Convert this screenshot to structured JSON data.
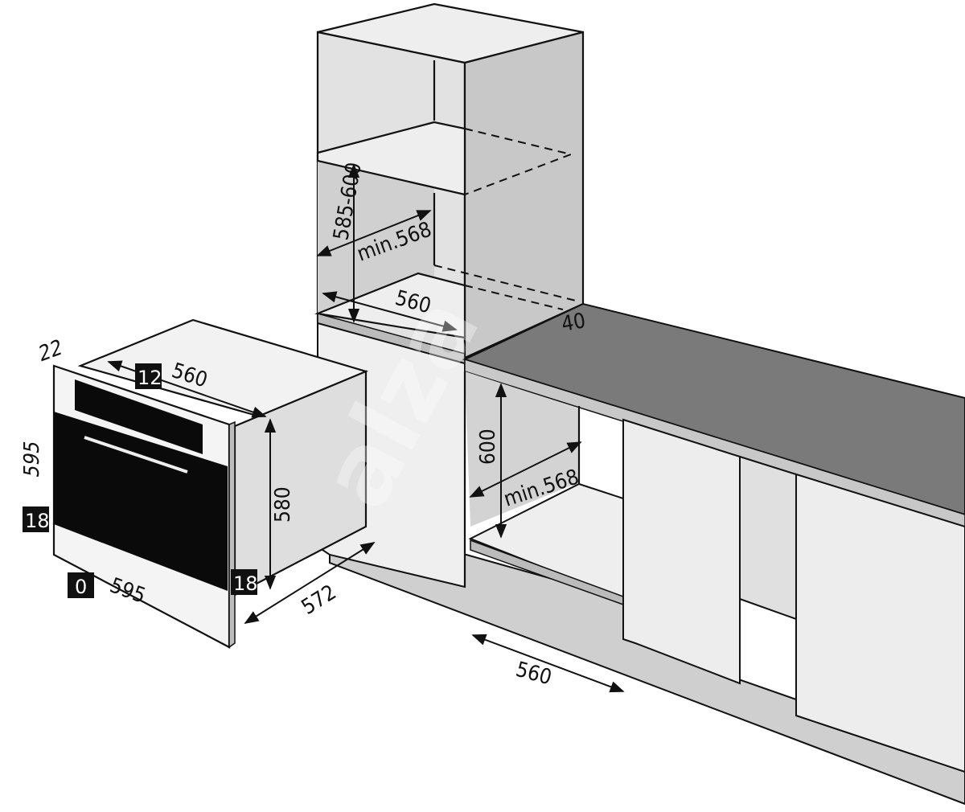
{
  "watermark": "alza",
  "colors": {
    "countertop": "#7a7a7a",
    "panel_light": "#eeeeee",
    "panel_mid": "#d6d6d6",
    "panel_dark": "#b9b9b9",
    "oven_glass": "#0a0a0a",
    "label_box": "#111111"
  },
  "oven": {
    "depth_front_panel": "22",
    "depth_body": "560",
    "gap_top": "12",
    "height_front": "595",
    "offset_left": "18",
    "offset_bottom": "0",
    "width_front": "595",
    "height_body": "580",
    "offset_right": "18",
    "depth_total": "572"
  },
  "tall_cabinet": {
    "niche_height": "585-600",
    "niche_width": "min.568",
    "niche_depth": "560",
    "back_gap": "40"
  },
  "base_cabinet": {
    "niche_height": "600",
    "niche_width": "min.568",
    "niche_depth": "560"
  }
}
